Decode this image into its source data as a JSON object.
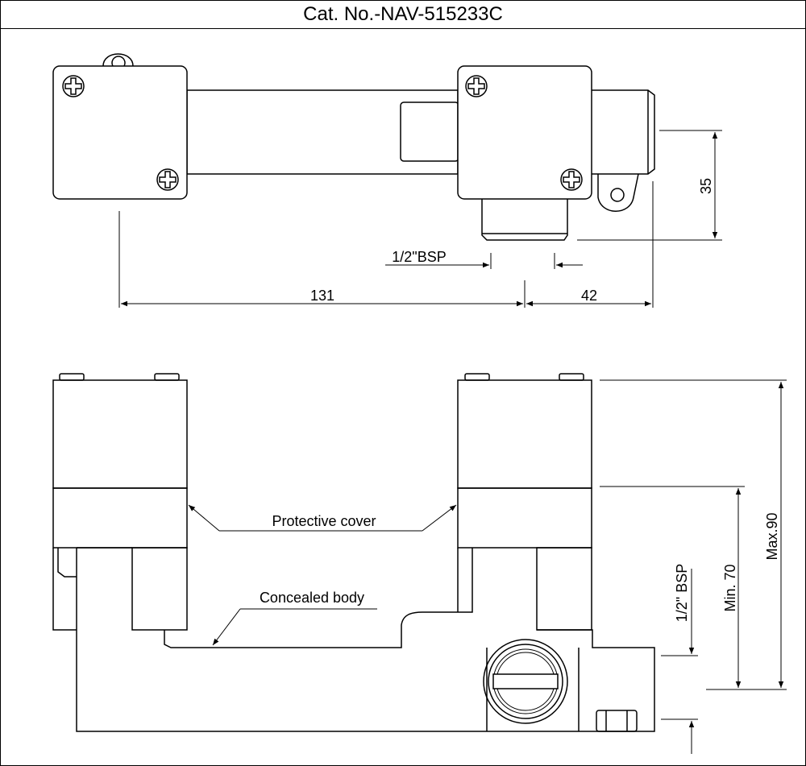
{
  "title": "Cat. No.-NAV-515233C",
  "dimensions": {
    "height_top": "35",
    "bsp_top": "1/2\"BSP",
    "width_left": "131",
    "width_right": "42",
    "max_height": "Max.90",
    "min_height": "Min. 70",
    "bsp_side": "1/2\" BSP"
  },
  "callouts": {
    "protective_cover": "Protective cover",
    "concealed_body": "Concealed body"
  }
}
